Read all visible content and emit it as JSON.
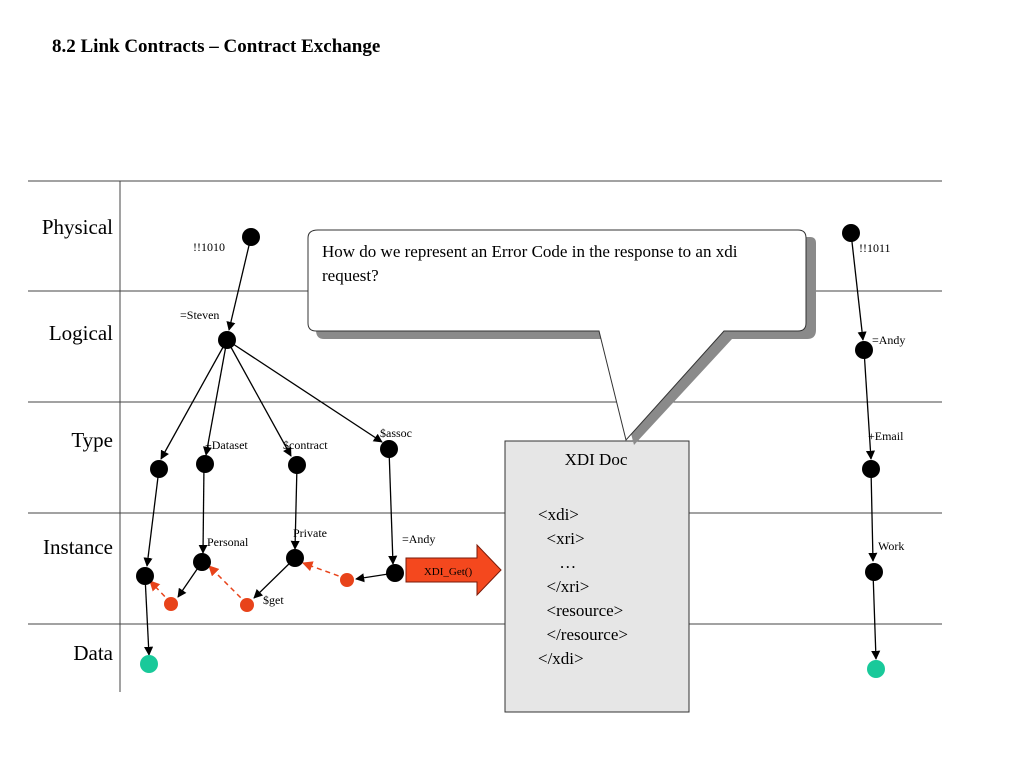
{
  "title": "8.2 Link Contracts – Contract Exchange",
  "layers": [
    "Physical",
    "Logical",
    "Type",
    "Instance",
    "Data"
  ],
  "nodes": {
    "phys_left": "!!1010",
    "steven": "=Steven",
    "dataset": "+Dataset",
    "contract": "$contract",
    "assoc": "$assoc",
    "personal": "Personal",
    "private": "Private",
    "andy_left": "=Andy",
    "get": "$get",
    "phys_right": "!!1011",
    "andy_right": "=Andy",
    "email": "+Email",
    "work": "Work"
  },
  "arrow_label": "XDI_Get()",
  "callout": "How do we represent an Error Code in the response to an xdi request?",
  "doc": {
    "title": "XDI Doc",
    "lines": [
      "<xdi>",
      "  <xri>",
      "     …",
      "  </xri>",
      "  <resource>",
      "  </resource>",
      "</xdi>"
    ]
  },
  "colors": {
    "node": "#000000",
    "orange_node": "#e8431a",
    "data_node": "#19c99a",
    "arrow_fill": "#f4481e",
    "doc_fill": "#e6e6e6"
  }
}
